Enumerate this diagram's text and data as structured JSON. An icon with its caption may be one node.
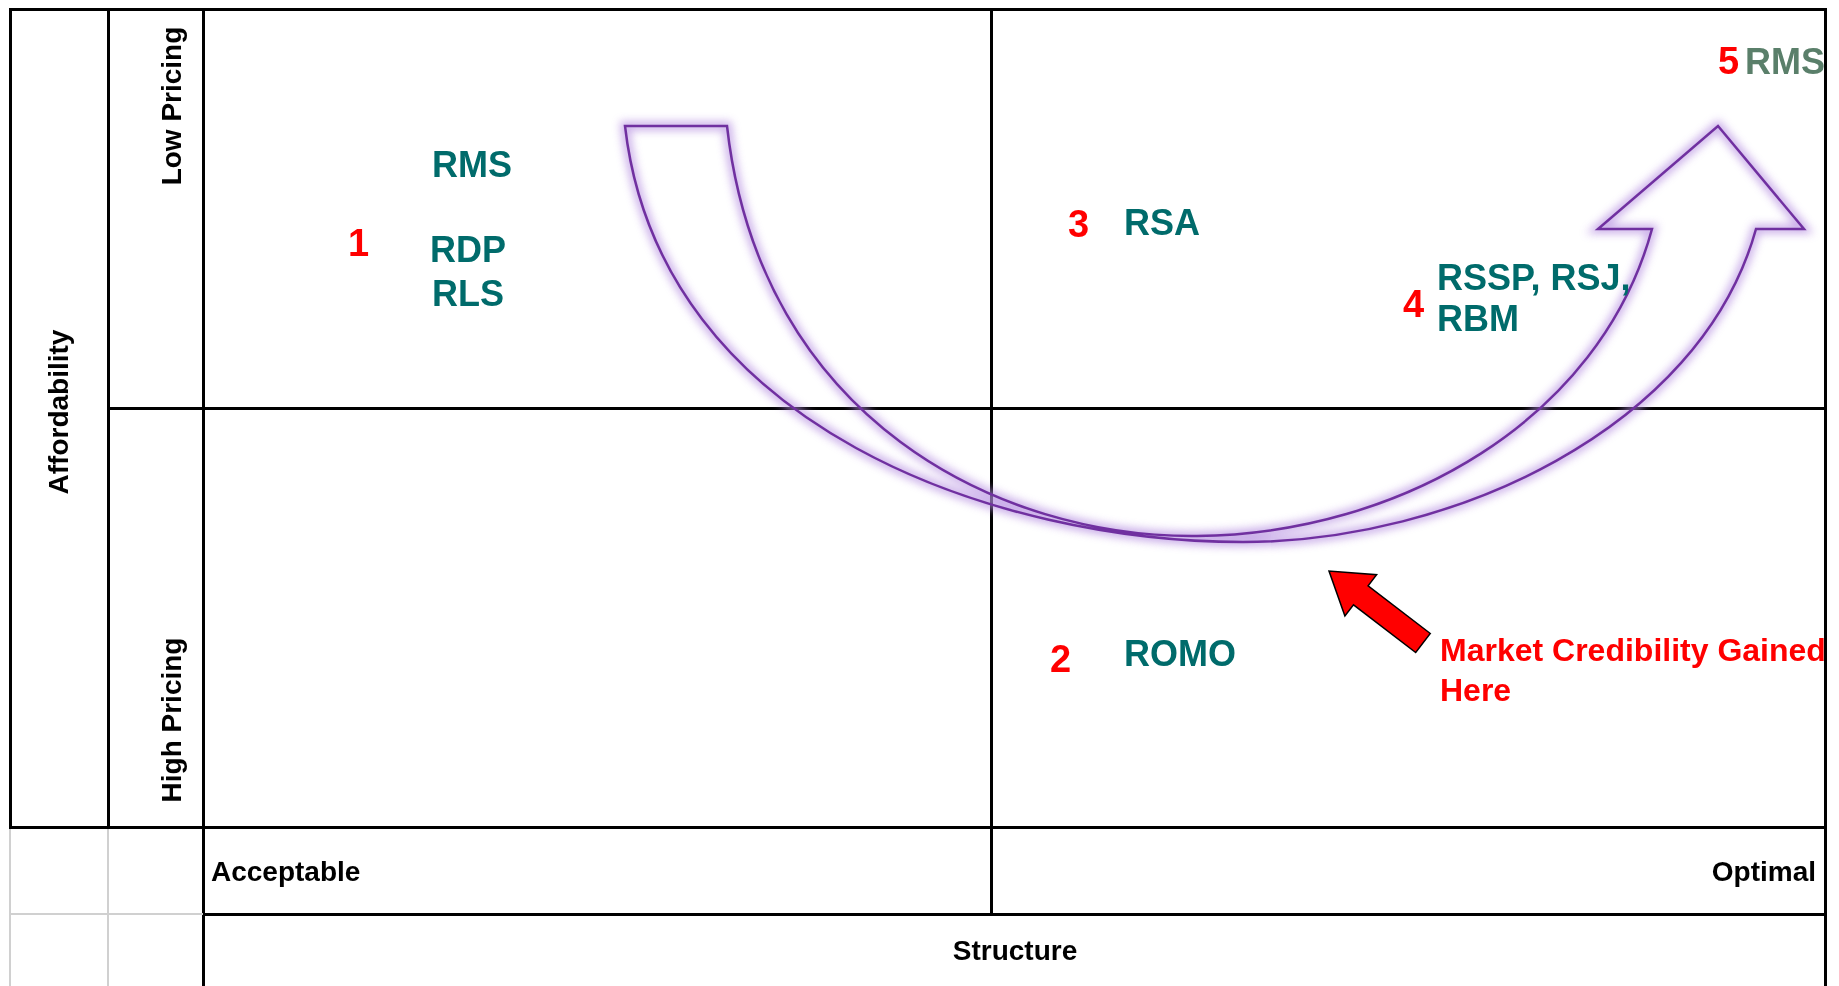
{
  "diagram": {
    "nodes": [
      {
        "text": [
          "Market Credibility Gained Here"
        ]
      },
      {
        "text": [],
        "shape": "arrow"
      }
    ],
    "edges": [
      {
        "from": 0,
        "to": 1,
        "arrow": "to"
      }
    ],
    "labels": [
      "5",
      "RMS",
      "Low Pricing",
      "RMS",
      "3",
      "RSA",
      "1",
      "RDP",
      "RLS",
      "4",
      "RSSP, RSJ, RBM",
      "Affordability",
      "2",
      "ROMO",
      "High Pricing",
      "Acceptable",
      "Optimal",
      "Structure"
    ]
  }
}
